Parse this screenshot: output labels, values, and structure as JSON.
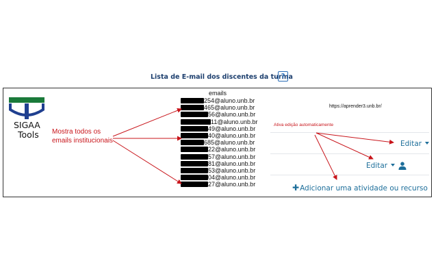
{
  "heading": {
    "title": "Lista de E-mail dos discentes da turma",
    "help_icon_glyph": "?"
  },
  "logo": {
    "line1": "SIGAA",
    "line2": "Tools",
    "colors": {
      "green": "#1a7a3a",
      "blue": "#1f3f8f"
    }
  },
  "annotations": {
    "left_line1": "Mostra todos os",
    "left_line2": "emails institucionais",
    "right": "Ativa edição automaticamente",
    "color": "#c8141a"
  },
  "emails": {
    "header": "emails",
    "items": [
      {
        "suffix": "254@aluno.unb.br"
      },
      {
        "suffix": "465@aluno.unb.br"
      },
      {
        "suffix": "56@aluno.unb.br"
      },
      {
        "suffix": "11@aluno.unb.br"
      },
      {
        "suffix": "49@aluno.unb.br"
      },
      {
        "suffix": "40@aluno.unb.br"
      },
      {
        "suffix": "685@aluno.unb.br"
      },
      {
        "suffix": "22@aluno.unb.br"
      },
      {
        "suffix": "57@aluno.unb.br"
      },
      {
        "suffix": "81@aluno.unb.br"
      },
      {
        "suffix": "53@aluno.unb.br"
      },
      {
        "suffix": "04@aluno.unb.br"
      },
      {
        "suffix": "27@aluno.unb.br"
      }
    ]
  },
  "moodle": {
    "url": "https://aprender3.unb.br/",
    "editar_label_1": "Editar",
    "editar_label_2": "Editar",
    "add_activity_label": "Adicionar uma atividade ou recurso",
    "link_color": "#1d6e9a"
  }
}
